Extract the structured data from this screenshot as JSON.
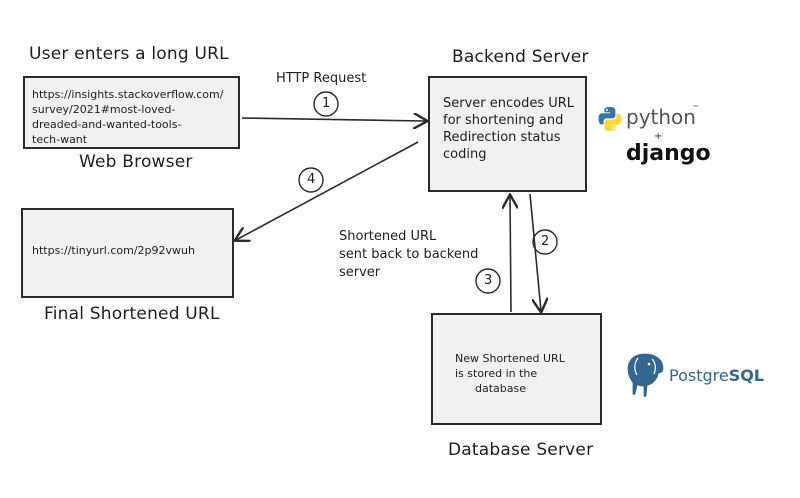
{
  "title_user": "User enters a long URL",
  "web_browser": {
    "label": "Web Browser",
    "url_lines": [
      "https://insights.stackoverflow.com/",
      "survey/2021#most-loved-",
      "dreaded-and-wanted-tools-",
      "tech-want"
    ]
  },
  "backend": {
    "label": "Backend Server",
    "text_lines": [
      "Server encodes URL",
      "for shortening and",
      "Redirection status",
      "coding"
    ]
  },
  "final": {
    "label": "Final Shortened URL",
    "url": "https://tinyurl.com/2p92vwuh"
  },
  "database": {
    "label": "Database Server",
    "text_lines": [
      "New Shortened URL",
      "is stored in the",
      "database"
    ]
  },
  "arrows": {
    "http_request": "HTTP Request",
    "step1": "1",
    "step2": "2",
    "step3": "3",
    "step4": "4",
    "sent_back_lines": [
      "Shortened URL",
      "sent back to backend",
      "server"
    ]
  },
  "logos": {
    "python": "python",
    "python_tm": "™",
    "plus": "+",
    "django": "django",
    "postgres_a": "Postgre",
    "postgres_b": "SQL"
  },
  "colors": {
    "box_fill": "#f1f1f1",
    "stroke": "#2b2b2b",
    "python_blue": "#3776ab",
    "python_yellow": "#ffd43b",
    "postgres_blue": "#336791"
  }
}
